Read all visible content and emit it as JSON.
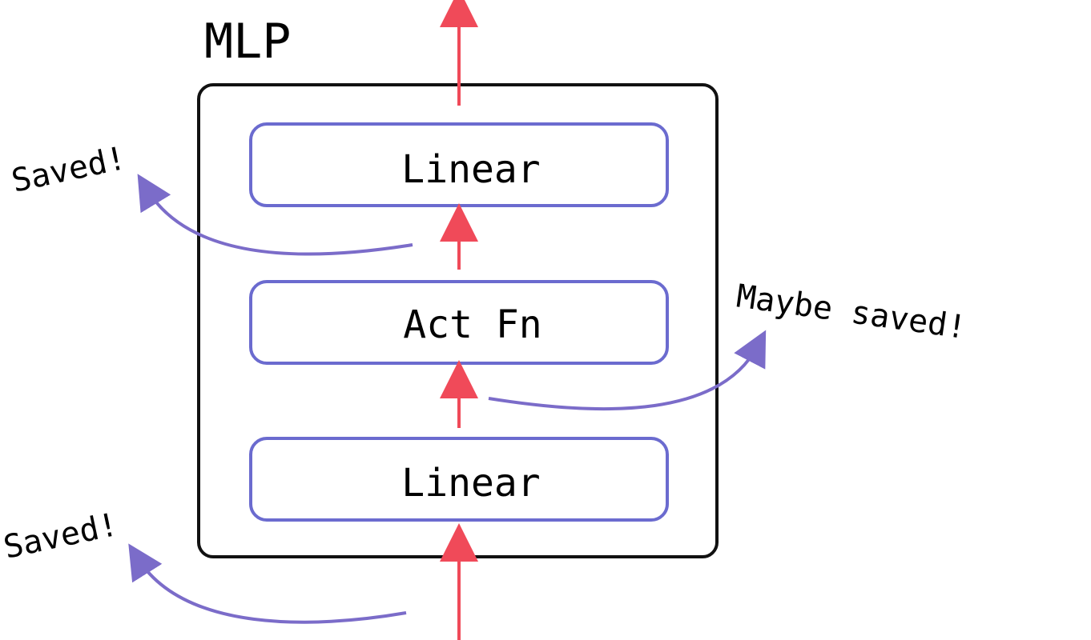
{
  "title": "MLP",
  "layers": [
    {
      "label": "Linear"
    },
    {
      "label": "Act Fn"
    },
    {
      "label": "Linear"
    }
  ],
  "annotations": {
    "top_saved": "Saved!",
    "middle_saved": "Maybe saved!",
    "bottom_saved": "Saved!"
  },
  "colors": {
    "frame": "#111111",
    "layer_border": "#6b6bcf",
    "flow_arrow": "#f04a59",
    "save_arrow": "#7b6cc9",
    "text": "#000000"
  }
}
